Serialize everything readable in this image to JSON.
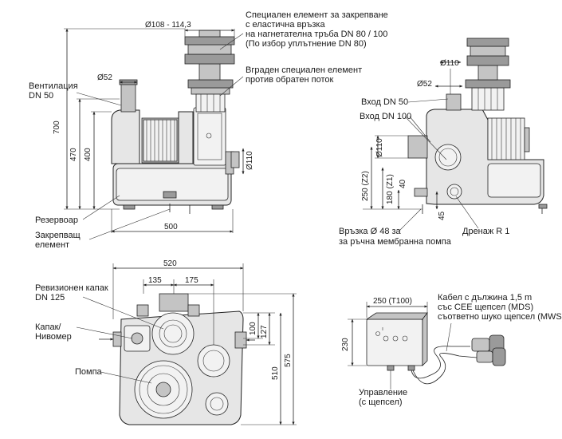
{
  "front_view": {
    "labels": {
      "special_element": [
        "Специален елемент за закрепване",
        "с еластична връзка",
        "на нагнетателна тръба DN 80 / 100",
        "(По избор уплътнение DN 80)"
      ],
      "check_valve": [
        "Вграден специален елемент",
        "против обратен поток"
      ],
      "ventilation": [
        "Вентилация",
        "DN 50"
      ],
      "reservoir": "Резервоар",
      "fixing_element": [
        "Закрепващ",
        "елемент"
      ]
    },
    "dimensions": {
      "flange": "Ø108 - 114,3",
      "vent": "Ø52",
      "side_pipe": "Ø110",
      "height_total": "700",
      "height_470": "470",
      "height_400": "400",
      "width": "500"
    }
  },
  "side_view": {
    "labels": {
      "inlet_dn50": "Вход DN 50",
      "inlet_dn100": "Вход DN 100",
      "connection": [
        "Връзка Ø 48 за",
        "за ръчна мембранна помпа"
      ],
      "drain": "Дренаж R 1"
    },
    "dimensions": {
      "top_110": "Ø110",
      "top_52": "Ø52",
      "inlet_110": "Ø110",
      "z2": "250 (Z2)",
      "z1": "180 (Z1)",
      "d40": "40",
      "d45": "45"
    }
  },
  "top_view": {
    "labels": {
      "inspection_cover": [
        "Ревизионен капак",
        "DN 125"
      ],
      "cover_level": [
        "Капак/",
        "Нивомер"
      ],
      "pump": "Помпа"
    },
    "dimensions": {
      "width_520": "520",
      "d135": "135",
      "d175": "175",
      "d100": "100",
      "d127": "127",
      "d510": "510",
      "d575": "575"
    }
  },
  "control_box": {
    "labels": {
      "cable": [
        "Кабел с дължина 1,5 m",
        "със CEE щепсел (MDS)",
        "съответно шуко щепсел (MWS)"
      ],
      "control": [
        "Управление",
        "(с щепсел)"
      ]
    },
    "dimensions": {
      "width": "250 (T100)",
      "height": "230"
    }
  }
}
